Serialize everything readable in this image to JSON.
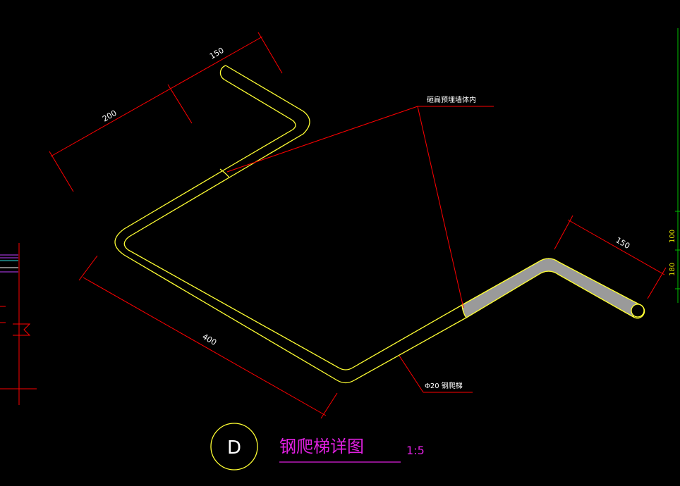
{
  "dimensions": {
    "top_left": "150",
    "top_mid": "200",
    "bottom": "400",
    "right": "150",
    "edge_upper": "100",
    "edge_lower": "180"
  },
  "annotations": {
    "embed_note": "砸扁预埋墙体内",
    "bar_note": "Φ20 钢爬梯"
  },
  "detail": {
    "marker": "D",
    "title": "钢爬梯详图",
    "scale": "1:5"
  },
  "colors": {
    "background": "#000000",
    "rebar_outline": "#ffff33",
    "dimension_line": "#ff0000",
    "title_text": "#e020e0",
    "flattened_fill": "#9a9a9a"
  }
}
